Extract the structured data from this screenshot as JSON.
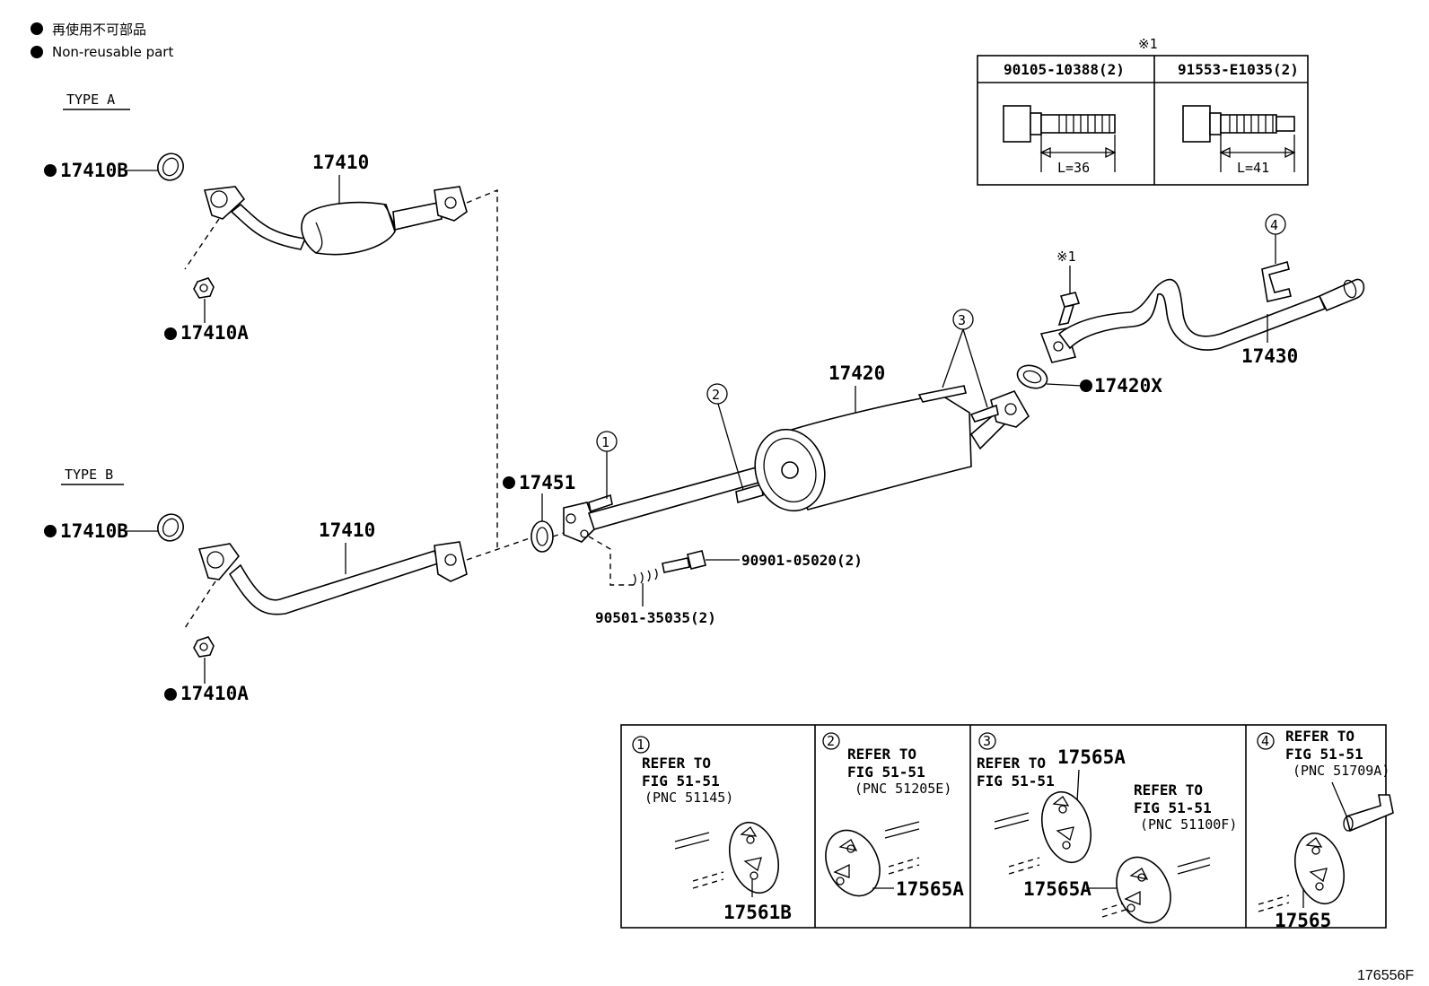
{
  "legend": {
    "japanese": "再使用不可部品",
    "english": "Non-reusable part"
  },
  "type_labels": {
    "a": "TYPE A",
    "b": "TYPE B"
  },
  "parts": {
    "p17410b_a": "17410B",
    "p17410_a": "17410",
    "p17410a_a": "17410A",
    "p17410b_b": "17410B",
    "p17410_b": "17410",
    "p17410a_b": "17410A",
    "p17451": "17451",
    "p17420": "17420",
    "p17420x": "17420X",
    "p17430": "17430",
    "bolt_90901": "90901-05020(2)",
    "spring_90501": "90501-35035(2)"
  },
  "callouts": {
    "c1": "1",
    "c2": "2",
    "c3": "3",
    "c4": "4"
  },
  "note_mark": "※1",
  "bolt_table": {
    "mark": "※1",
    "col1_header": "90105-10388(2)",
    "col2_header": "91553-E1035(2)",
    "col1_length": "L=36",
    "col2_length": "L=41"
  },
  "detail_panels": [
    {
      "num": "1",
      "refer_line1": "REFER TO",
      "refer_line2": "FIG 51-51",
      "pnc": "(PNC 51145)",
      "part": "17561B"
    },
    {
      "num": "2",
      "refer_line1": "REFER TO",
      "refer_line2": "FIG 51-51",
      "pnc": "(PNC 51205E)",
      "part": "17565A"
    },
    {
      "num": "3",
      "refer_line1": "REFER TO",
      "refer_line2": "FIG 51-51",
      "part_top": "17565A",
      "refer2_line1": "REFER TO",
      "refer2_line2": "FIG 51-51",
      "pnc": "(PNC 51100F)",
      "part": "17565A"
    },
    {
      "num": "4",
      "refer_line1": "REFER TO",
      "refer_line2": "FIG 51-51",
      "pnc": "(PNC 51709A)",
      "part": "17565"
    }
  ],
  "figure_id": "176556F"
}
